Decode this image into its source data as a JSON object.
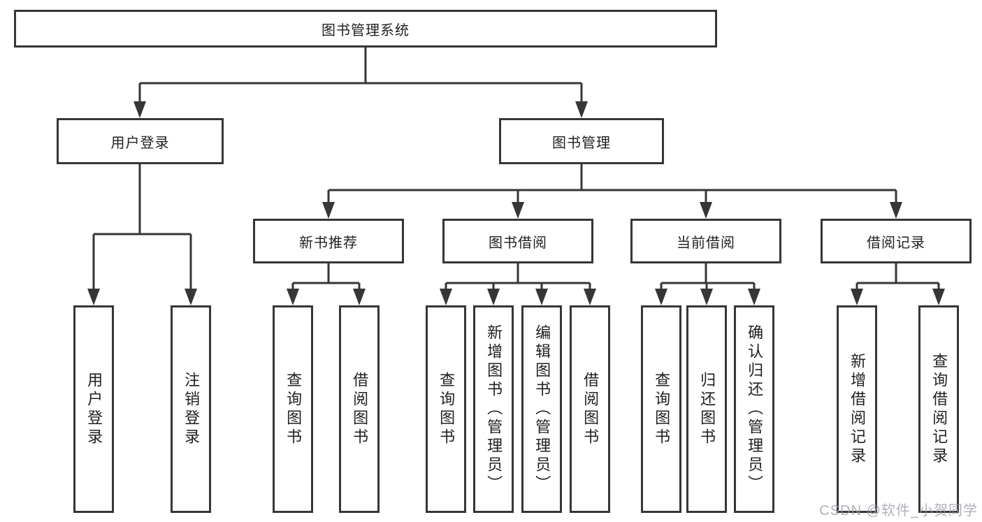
{
  "tree": {
    "root": {
      "label": "图书管理系统"
    },
    "branches": [
      {
        "label": "用户登录",
        "children": [
          {
            "label": "用户登录"
          },
          {
            "label": "注销登录"
          }
        ]
      },
      {
        "label": "图书管理",
        "sections": [
          {
            "label": "新书推荐",
            "children": [
              {
                "label": "查询图书"
              },
              {
                "label": "借阅图书"
              }
            ]
          },
          {
            "label": "图书借阅",
            "children": [
              {
                "label": "查询图书"
              },
              {
                "label": "新增图书（管理员）"
              },
              {
                "label": "编辑图书（管理员）"
              },
              {
                "label": "借阅图书"
              }
            ]
          },
          {
            "label": "当前借阅",
            "children": [
              {
                "label": "查询图书"
              },
              {
                "label": "归还图书"
              },
              {
                "label": "确认归还（管理员）"
              }
            ]
          },
          {
            "label": "借阅记录",
            "children": [
              {
                "label": "新增借阅记录"
              },
              {
                "label": "查询借阅记录"
              }
            ]
          }
        ]
      }
    ]
  },
  "colors": {
    "line": "#363636",
    "text": "#212121",
    "background": "#ffffff"
  },
  "watermark": {
    "text": "CSDN @软件_小贺同学"
  }
}
